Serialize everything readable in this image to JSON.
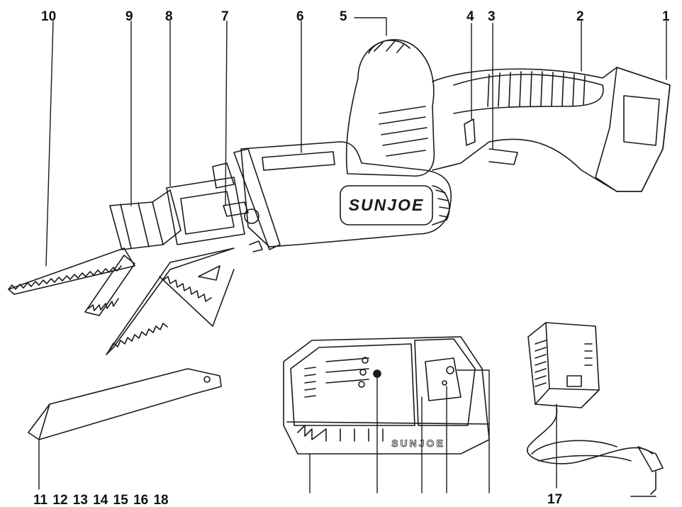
{
  "labels": {
    "n1": "1",
    "n2": "2",
    "n3": "3",
    "n4": "4",
    "n5": "5",
    "n6": "6",
    "n7": "7",
    "n8": "8",
    "n9": "9",
    "n10": "10",
    "n17": "17"
  },
  "bottom_labels": [
    "11",
    "12",
    "13",
    "14",
    "15",
    "16",
    "18"
  ],
  "brand_text": "SUNJOE",
  "battery_brand_text": "SUNJOE"
}
